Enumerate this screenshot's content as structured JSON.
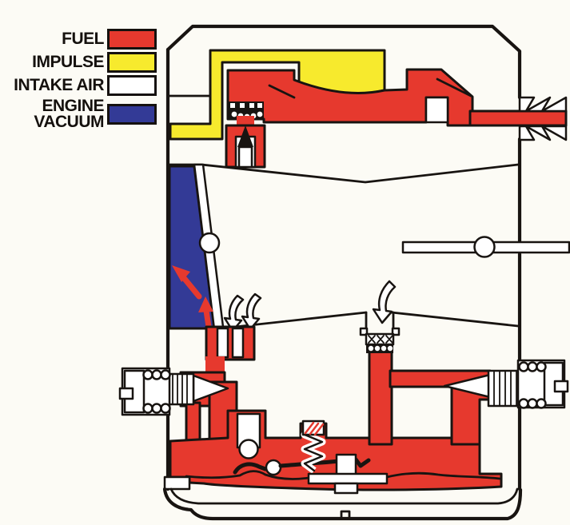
{
  "legend": {
    "items": [
      {
        "label": "FUEL"
      },
      {
        "label": "IMPULSE"
      },
      {
        "label": "INTAKE AIR"
      },
      {
        "label": "ENGINE VACUUM"
      }
    ]
  },
  "colors": {
    "fuel": "#e6392e",
    "impulse": "#f7ea2d",
    "intake_air": "#ffffff",
    "engine_vacuum": "#333a96",
    "outline": "#181411",
    "background": "#fcfbf5"
  },
  "icons": {
    "fuel_flow_arrow": "solid red arrow",
    "intake_air_arrow": "white outlined ribbon arrow"
  }
}
